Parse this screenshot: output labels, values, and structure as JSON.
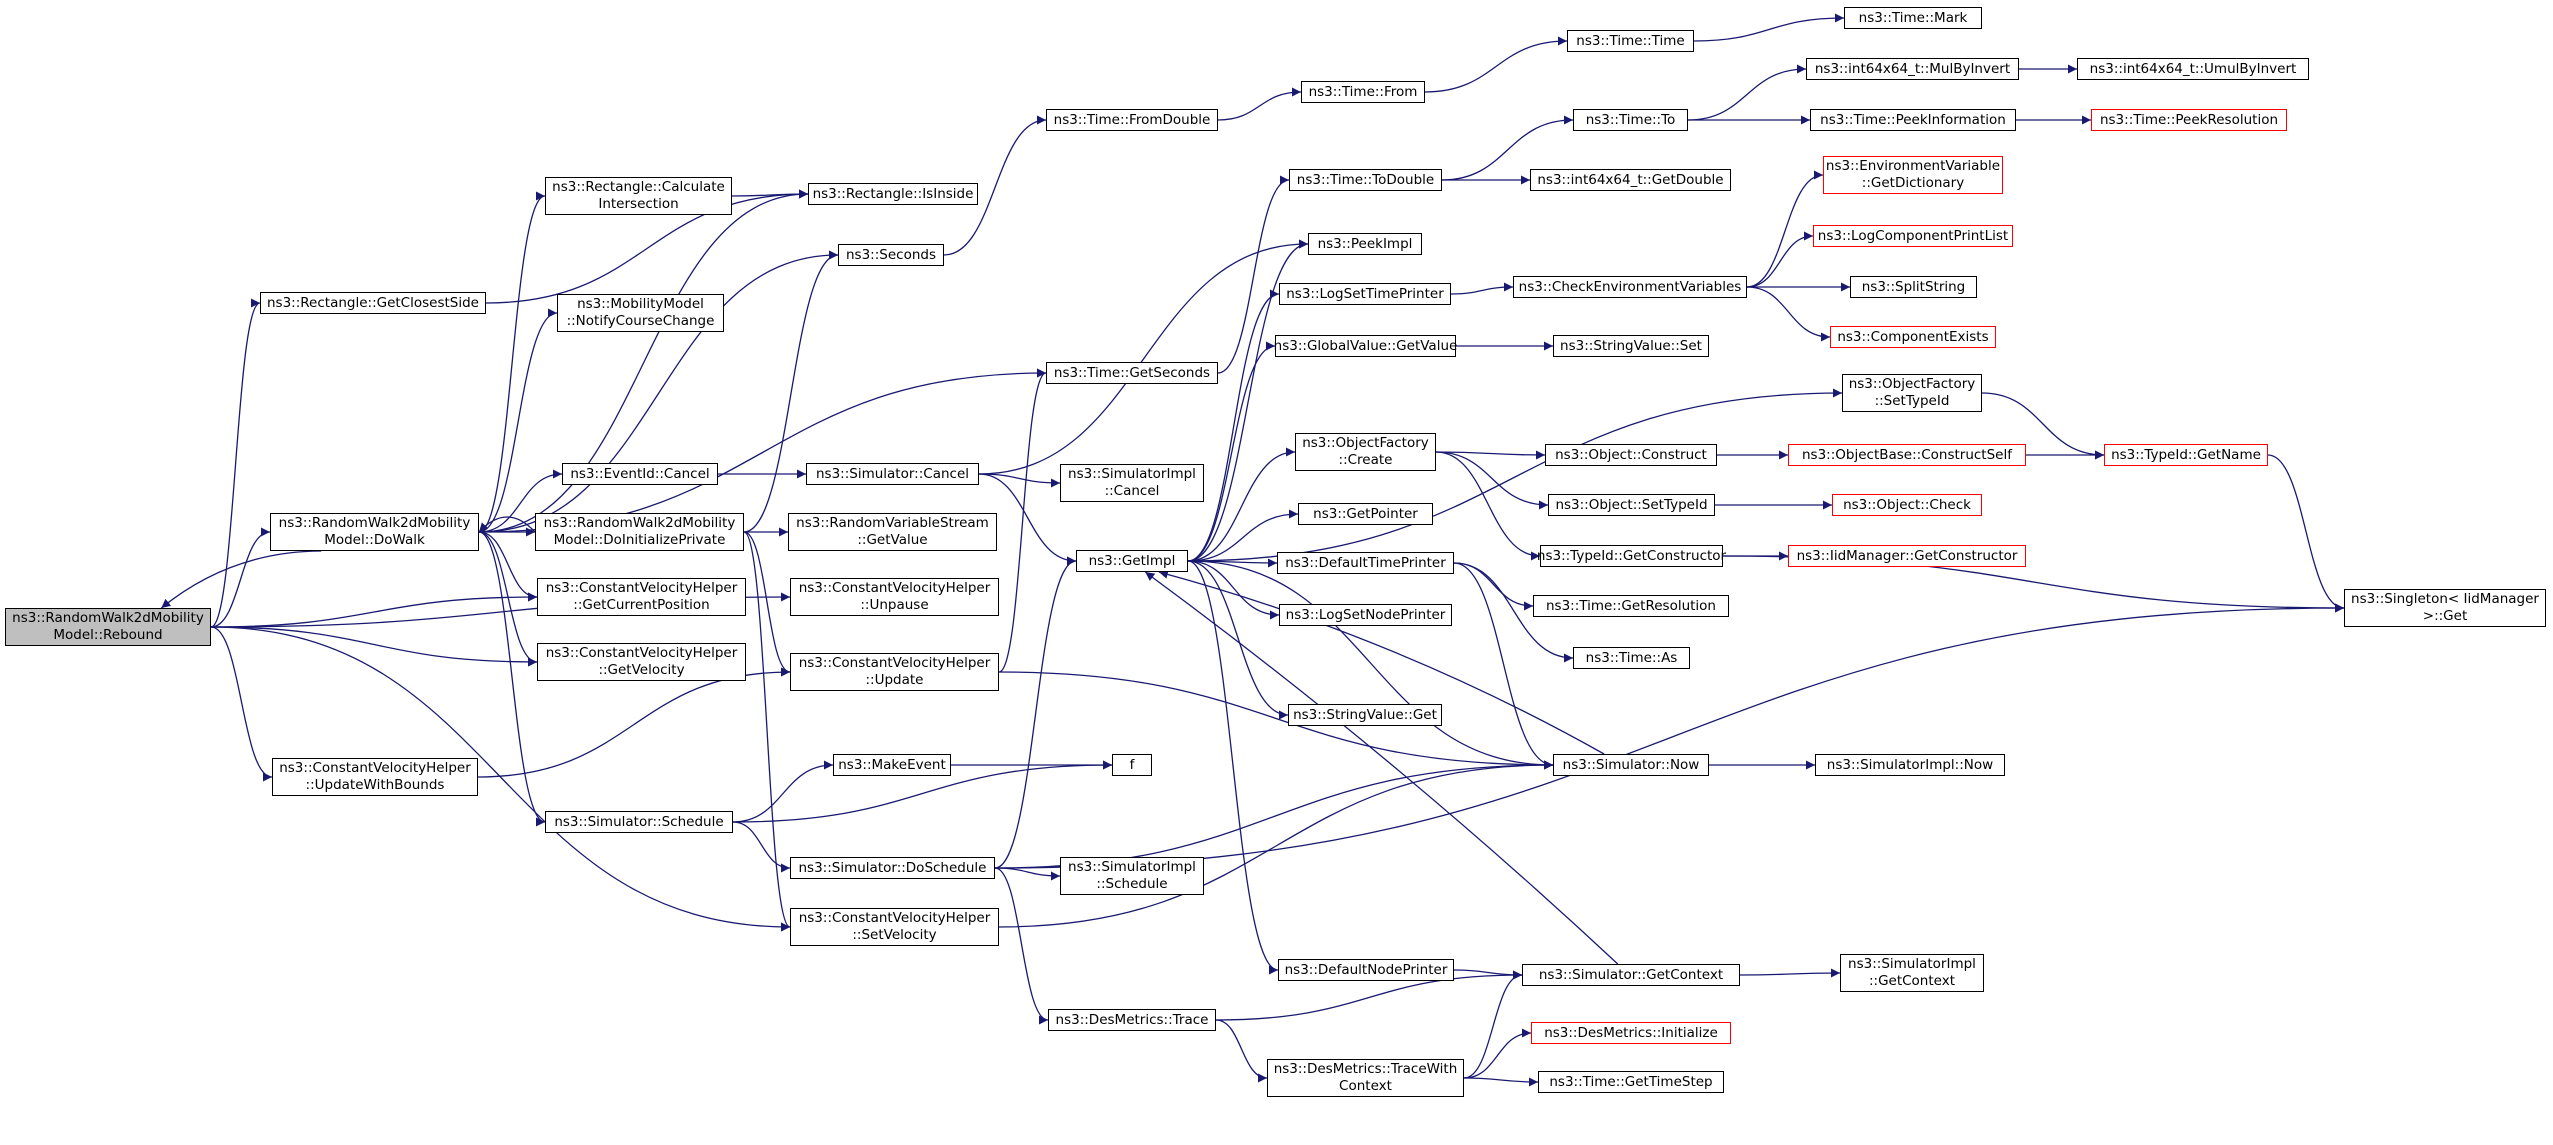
{
  "graph": {
    "colors": {
      "edge": "#191970",
      "border": "#000000",
      "truncated_border": "#ff0000",
      "root_fill": "#bfbfbf"
    },
    "nodes": [
      {
        "id": "rebound",
        "lines": [
          "ns3::RandomWalk2dMobility",
          "Model::Rebound"
        ],
        "root": true
      },
      {
        "id": "getclosestside",
        "lines": [
          "ns3::Rectangle::GetClosestSide"
        ]
      },
      {
        "id": "dowalk",
        "lines": [
          "ns3::RandomWalk2dMobility",
          "Model::DoWalk"
        ]
      },
      {
        "id": "getcurpos",
        "lines": [
          "ns3::ConstantVelocityHelper",
          "::GetCurrentPosition"
        ]
      },
      {
        "id": "getvel",
        "lines": [
          "ns3::ConstantVelocityHelper",
          "::GetVelocity"
        ]
      },
      {
        "id": "updwithbounds",
        "lines": [
          "ns3::ConstantVelocityHelper",
          "::UpdateWithBounds"
        ]
      },
      {
        "id": "calcinter",
        "lines": [
          "ns3::Rectangle::Calculate",
          "Intersection"
        ]
      },
      {
        "id": "notifycourse",
        "lines": [
          "ns3::MobilityModel",
          "::NotifyCourseChange"
        ]
      },
      {
        "id": "eventcancel",
        "lines": [
          "ns3::EventId::Cancel"
        ]
      },
      {
        "id": "doinit",
        "lines": [
          "ns3::RandomWalk2dMobility",
          "Model::DoInitializePrivate"
        ]
      },
      {
        "id": "schedule",
        "lines": [
          "ns3::Simulator::Schedule"
        ]
      },
      {
        "id": "isinside",
        "lines": [
          "ns3::Rectangle::IsInside"
        ]
      },
      {
        "id": "seconds",
        "lines": [
          "ns3::Seconds"
        ]
      },
      {
        "id": "simcancel",
        "lines": [
          "ns3::Simulator::Cancel"
        ]
      },
      {
        "id": "rvsgetvalue",
        "lines": [
          "ns3::RandomVariableStream",
          "::GetValue"
        ]
      },
      {
        "id": "unpause",
        "lines": [
          "ns3::ConstantVelocityHelper",
          "::Unpause"
        ]
      },
      {
        "id": "update",
        "lines": [
          "ns3::ConstantVelocityHelper",
          "::Update"
        ]
      },
      {
        "id": "makeevent",
        "lines": [
          "ns3::MakeEvent"
        ]
      },
      {
        "id": "doschedule",
        "lines": [
          "ns3::Simulator::DoSchedule"
        ]
      },
      {
        "id": "setvel",
        "lines": [
          "ns3::ConstantVelocityHelper",
          "::SetVelocity"
        ]
      },
      {
        "id": "fromdouble",
        "lines": [
          "ns3::Time::FromDouble"
        ]
      },
      {
        "id": "getseconds",
        "lines": [
          "ns3::Time::GetSeconds"
        ]
      },
      {
        "id": "implcancel",
        "lines": [
          "ns3::SimulatorImpl",
          "::Cancel"
        ]
      },
      {
        "id": "getimpl",
        "lines": [
          "ns3::GetImpl"
        ]
      },
      {
        "id": "f",
        "lines": [
          "f"
        ]
      },
      {
        "id": "implschedule",
        "lines": [
          "ns3::SimulatorImpl",
          "::Schedule"
        ]
      },
      {
        "id": "desmtrace",
        "lines": [
          "ns3::DesMetrics::Trace"
        ]
      },
      {
        "id": "timefrom",
        "lines": [
          "ns3::Time::From"
        ]
      },
      {
        "id": "todouble",
        "lines": [
          "ns3::Time::ToDouble"
        ]
      },
      {
        "id": "peekimpl",
        "lines": [
          "ns3::PeekImpl"
        ]
      },
      {
        "id": "logsettime",
        "lines": [
          "ns3::LogSetTimePrinter"
        ]
      },
      {
        "id": "gvgetvalue",
        "lines": [
          "ns3::GlobalValue::GetValue"
        ]
      },
      {
        "id": "ofcreate",
        "lines": [
          "ns3::ObjectFactory",
          "::Create"
        ]
      },
      {
        "id": "getpointer",
        "lines": [
          "ns3::GetPointer"
        ]
      },
      {
        "id": "deftimeprinter",
        "lines": [
          "ns3::DefaultTimePrinter"
        ]
      },
      {
        "id": "logsetnode",
        "lines": [
          "ns3::LogSetNodePrinter"
        ]
      },
      {
        "id": "svget",
        "lines": [
          "ns3::StringValue::Get"
        ]
      },
      {
        "id": "defnodeprinter",
        "lines": [
          "ns3::DefaultNodePrinter"
        ]
      },
      {
        "id": "tracewithctx",
        "lines": [
          "ns3::DesMetrics::TraceWith",
          "Context"
        ]
      },
      {
        "id": "timetime",
        "lines": [
          "ns3::Time::Time"
        ]
      },
      {
        "id": "timeto",
        "lines": [
          "ns3::Time::To"
        ]
      },
      {
        "id": "int64getdouble",
        "lines": [
          "ns3::int64x64_t::GetDouble"
        ]
      },
      {
        "id": "checkenv",
        "lines": [
          "ns3::CheckEnvironmentVariables"
        ]
      },
      {
        "id": "svset",
        "lines": [
          "ns3::StringValue::Set"
        ]
      },
      {
        "id": "objconstruct",
        "lines": [
          "ns3::Object::Construct"
        ]
      },
      {
        "id": "objsettypeid",
        "lines": [
          "ns3::Object::SetTypeId"
        ]
      },
      {
        "id": "tidgetctor",
        "lines": [
          "ns3::TypeId::GetConstructor"
        ]
      },
      {
        "id": "timegetres",
        "lines": [
          "ns3::Time::GetResolution"
        ]
      },
      {
        "id": "timeas",
        "lines": [
          "ns3::Time::As"
        ]
      },
      {
        "id": "simnow",
        "lines": [
          "ns3::Simulator::Now"
        ]
      },
      {
        "id": "simgetctx",
        "lines": [
          "ns3::Simulator::GetContext"
        ]
      },
      {
        "id": "desminit",
        "lines": [
          "ns3::DesMetrics::Initialize"
        ],
        "red": true
      },
      {
        "id": "timegetstep",
        "lines": [
          "ns3::Time::GetTimeStep"
        ]
      },
      {
        "id": "timemark",
        "lines": [
          "ns3::Time::Mark"
        ]
      },
      {
        "id": "mulbyinvert",
        "lines": [
          "ns3::int64x64_t::MulByInvert"
        ]
      },
      {
        "id": "peekinfo",
        "lines": [
          "ns3::Time::PeekInformation"
        ]
      },
      {
        "id": "envgetdict",
        "lines": [
          "ns3::EnvironmentVariable",
          "::GetDictionary"
        ],
        "red": true
      },
      {
        "id": "logcompprint",
        "lines": [
          "ns3::LogComponentPrintList"
        ],
        "red": true
      },
      {
        "id": "splitstring",
        "lines": [
          "ns3::SplitString"
        ]
      },
      {
        "id": "compexists",
        "lines": [
          "ns3::ComponentExists"
        ],
        "red": true
      },
      {
        "id": "ofsettypeid",
        "lines": [
          "ns3::ObjectFactory",
          "::SetTypeId"
        ]
      },
      {
        "id": "constructself",
        "lines": [
          "ns3::ObjectBase::ConstructSelf"
        ],
        "red": true
      },
      {
        "id": "objcheck",
        "lines": [
          "ns3::Object::Check"
        ],
        "red": true
      },
      {
        "id": "iidgetctor",
        "lines": [
          "ns3::IidManager::GetConstructor"
        ],
        "red": true
      },
      {
        "id": "implnow",
        "lines": [
          "ns3::SimulatorImpl::Now"
        ]
      },
      {
        "id": "implgetctx",
        "lines": [
          "ns3::SimulatorImpl",
          "::GetContext"
        ]
      },
      {
        "id": "umulbyinvert",
        "lines": [
          "ns3::int64x64_t::UmulByInvert"
        ]
      },
      {
        "id": "peekres",
        "lines": [
          "ns3::Time::PeekResolution"
        ],
        "red": true
      },
      {
        "id": "tidgetname",
        "lines": [
          "ns3::TypeId::GetName"
        ],
        "red": true
      },
      {
        "id": "singletonget",
        "lines": [
          "ns3::Singleton< IidManager",
          ">::Get"
        ]
      }
    ]
  }
}
